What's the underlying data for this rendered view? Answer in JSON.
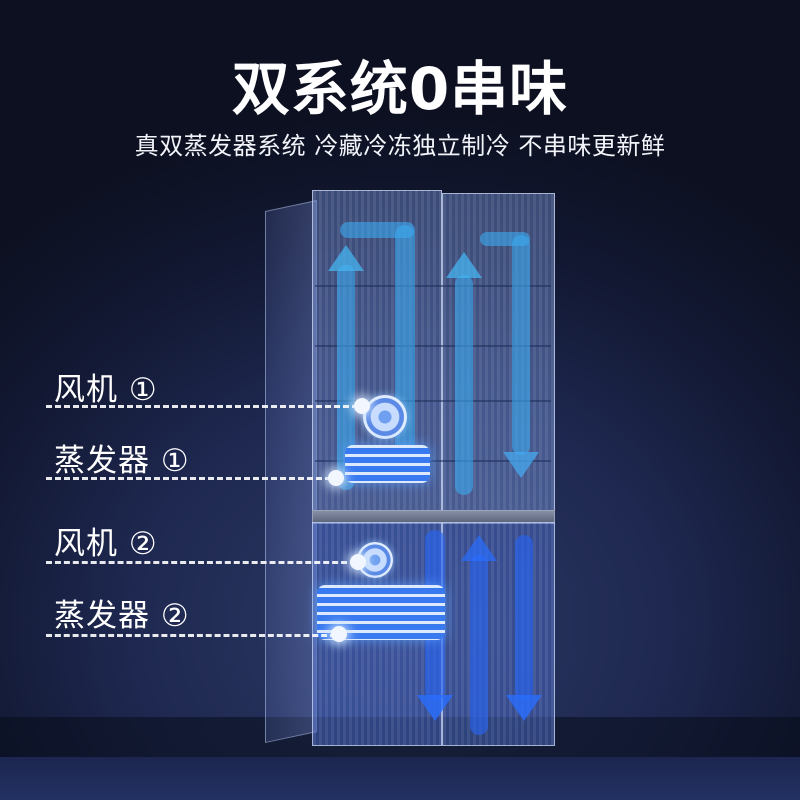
{
  "header": {
    "title": "双系统0串味",
    "subtitle": "真双蒸发器系统 冷藏冷冻独立制冷 不串味更新鲜"
  },
  "callouts": [
    {
      "label": "风机 ①",
      "component": "fan",
      "system": 1
    },
    {
      "label": "蒸发器 ①",
      "component": "evaporator",
      "system": 1
    },
    {
      "label": "风机 ②",
      "component": "fan",
      "system": 2
    },
    {
      "label": "蒸发器 ②",
      "component": "evaporator",
      "system": 2
    }
  ],
  "illustration": {
    "subject": "transparent four-door refrigerator",
    "upper_compartment_airflow_color": "#3caaf0",
    "lower_compartment_airflow_color": "#2864f0"
  },
  "colors": {
    "background_top": "#0c1020",
    "background_bottom": "#2d3a66",
    "text": "#ffffff"
  }
}
